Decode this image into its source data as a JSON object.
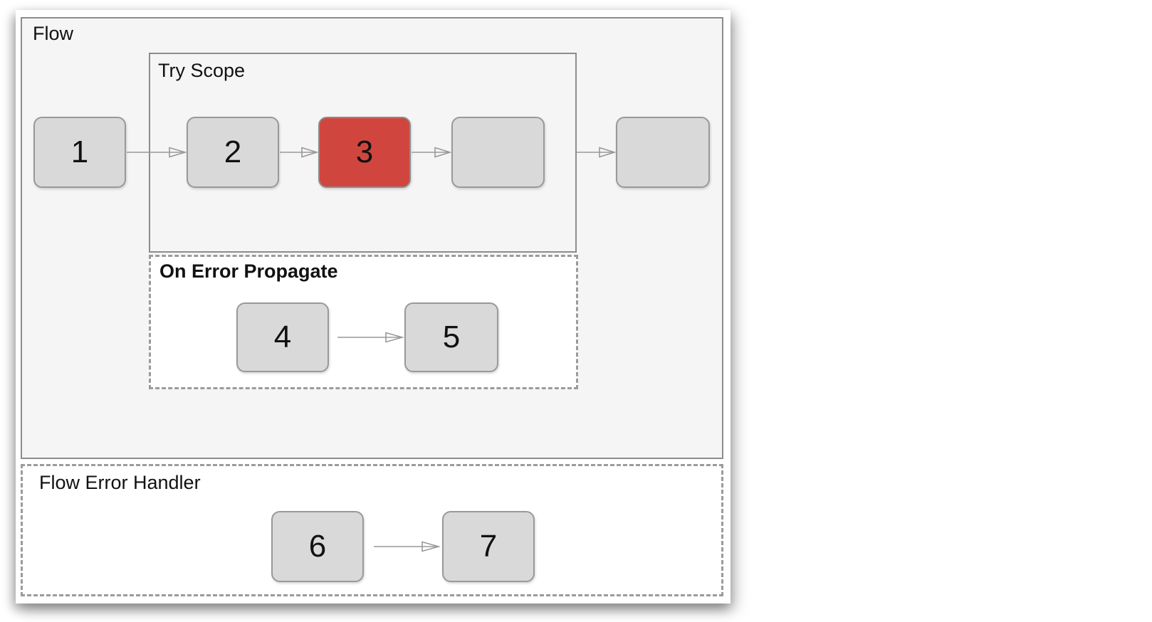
{
  "colors": {
    "page-bg": "#ffffff",
    "flow-bg": "#f5f5f5",
    "section-bg": "#ffffff",
    "solid-border": "#8c8c8c",
    "dashed-border": "#9b9b9b",
    "node-fill": "#d9d9d9",
    "node-border": "#999999",
    "node-error-fill": "#d0463f",
    "arrow": "#999999",
    "text": "#111111"
  },
  "diagram": {
    "flow": {
      "label": "Flow"
    },
    "try_scope": {
      "label": "Try Scope"
    },
    "on_error_propagate": {
      "label": "On Error Propagate"
    },
    "flow_error_handler": {
      "label": "Flow Error Handler"
    },
    "nodes": {
      "n1": {
        "label": "1"
      },
      "n2": {
        "label": "2"
      },
      "n3": {
        "label": "3",
        "state": "error"
      },
      "n4": {
        "label": ""
      },
      "n5": {
        "label": ""
      },
      "oep4": {
        "label": "4"
      },
      "oep5": {
        "label": "5"
      },
      "feh6": {
        "label": "6"
      },
      "feh7": {
        "label": "7"
      }
    }
  }
}
